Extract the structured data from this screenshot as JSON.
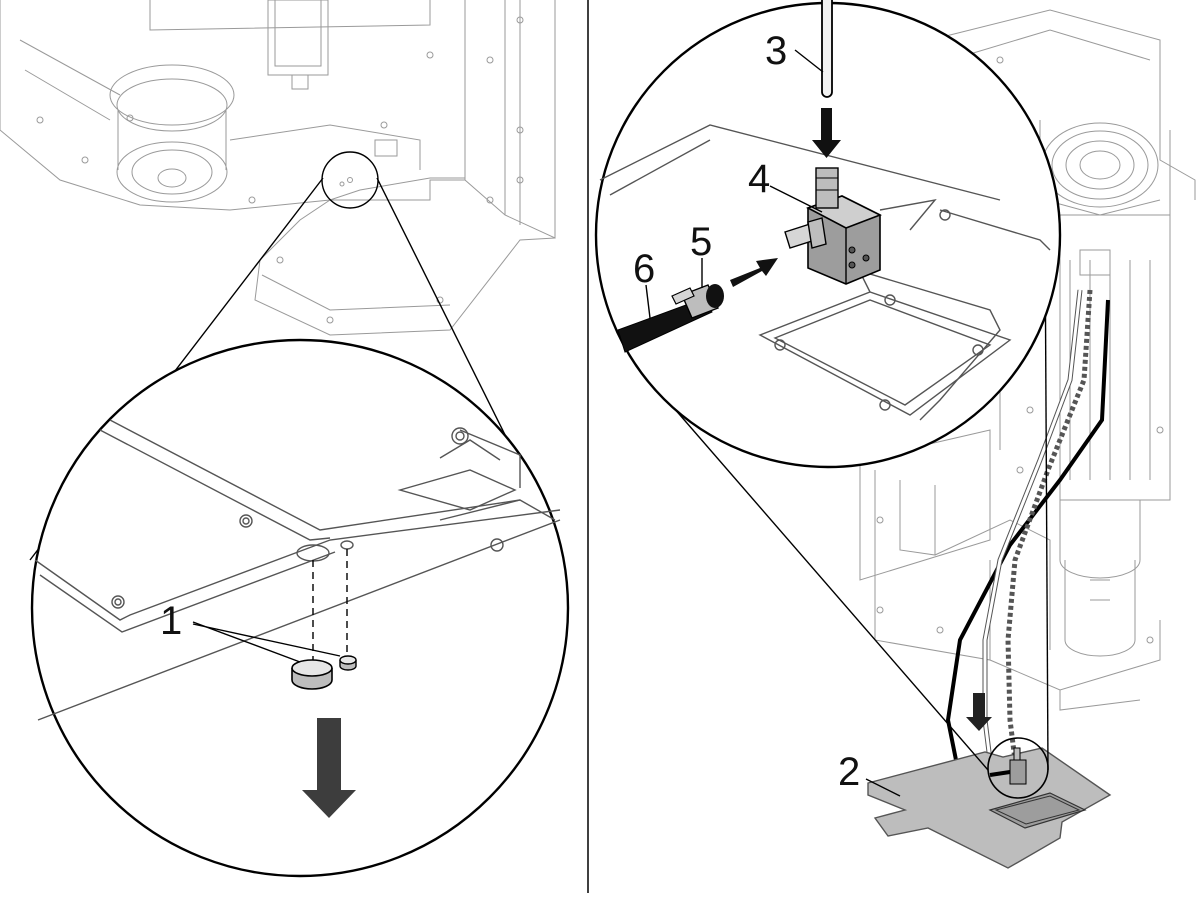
{
  "callouts": {
    "c1": "1",
    "c2": "2",
    "c3": "3",
    "c4": "4",
    "c5": "5",
    "c6": "6"
  },
  "colors": {
    "line_light": "#9a9a9a",
    "line_dark": "#555555",
    "ink": "#000000",
    "fill_gray": "#bdbdbd",
    "background": "#ffffff"
  }
}
